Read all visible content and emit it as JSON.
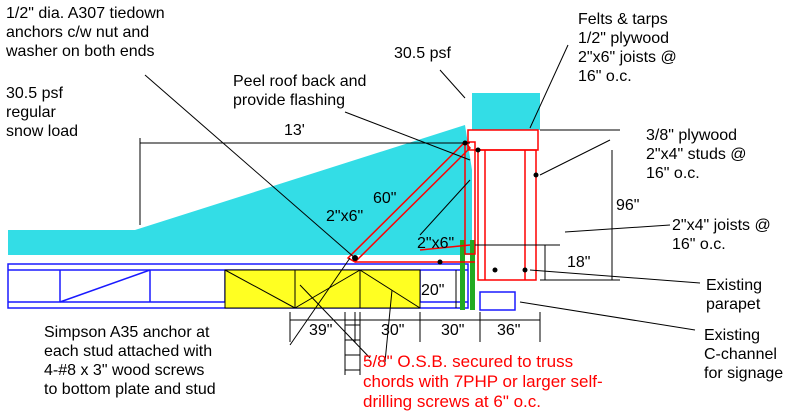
{
  "notes": {
    "tiedown": "1/2\" dia. A307 tiedown\nanchors c/w nut and\nwasher on both ends",
    "snow_regular": "30.5 psf\nregular\nsnow load",
    "snow_top": "30.5 psf",
    "peel_roof": "Peel roof back and\nprovide flashing",
    "roof_layers": "Felts & tarps\n1/2\" plywood\n2\"x6\" joists @\n16\" o.c.",
    "wall_layers": "3/8\" plywood\n2\"x4\" studs @\n16\" o.c.",
    "floor_joists": "2\"x4\" joists @\n16\" o.c.",
    "existing_parapet": "Existing\nparapet",
    "existing_channel": "Existing\nC-channel\nfor signage",
    "simpson": "Simpson A35 anchor at\neach stud attached with\n4-#8 x 3\" wood screws\nto bottom plate and stud",
    "osb": "5/8\" O.S.B. secured to truss\nchords with 7PHP or larger self-\ndrilling screws at 6\" o.c."
  },
  "dimensions": {
    "d13ft": "13'",
    "d60": "60\"",
    "d96": "96\"",
    "d18": "18\"",
    "d20": "20\"",
    "d39": "39\"",
    "d30a": "30\"",
    "d30b": "30\"",
    "d36": "36\"",
    "member_2x6_slope": "2\"x6\"",
    "member_2x6_post": "2\"x6\""
  },
  "colors": {
    "snow": "#33dde6",
    "framing": "#ff0000",
    "truss": "#1a1aff",
    "osb": "#ffff22",
    "dim": "#000000"
  }
}
